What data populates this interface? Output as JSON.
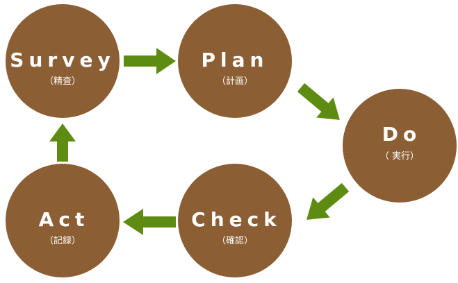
{
  "colors": {
    "node_fill": "#8b5e34",
    "arrow_fill": "#5e8c12",
    "text": "#ffffff",
    "background": "#ffffff"
  },
  "cycle": {
    "survey": {
      "title": "Survey",
      "subtitle": "（精査）"
    },
    "plan": {
      "title": "Plan",
      "subtitle": "（計画）"
    },
    "do": {
      "title": "Do",
      "subtitle": "（ 実行）"
    },
    "check": {
      "title": "Check",
      "subtitle": "（確認）"
    },
    "act": {
      "title": "Act",
      "subtitle": "（記録）"
    }
  }
}
